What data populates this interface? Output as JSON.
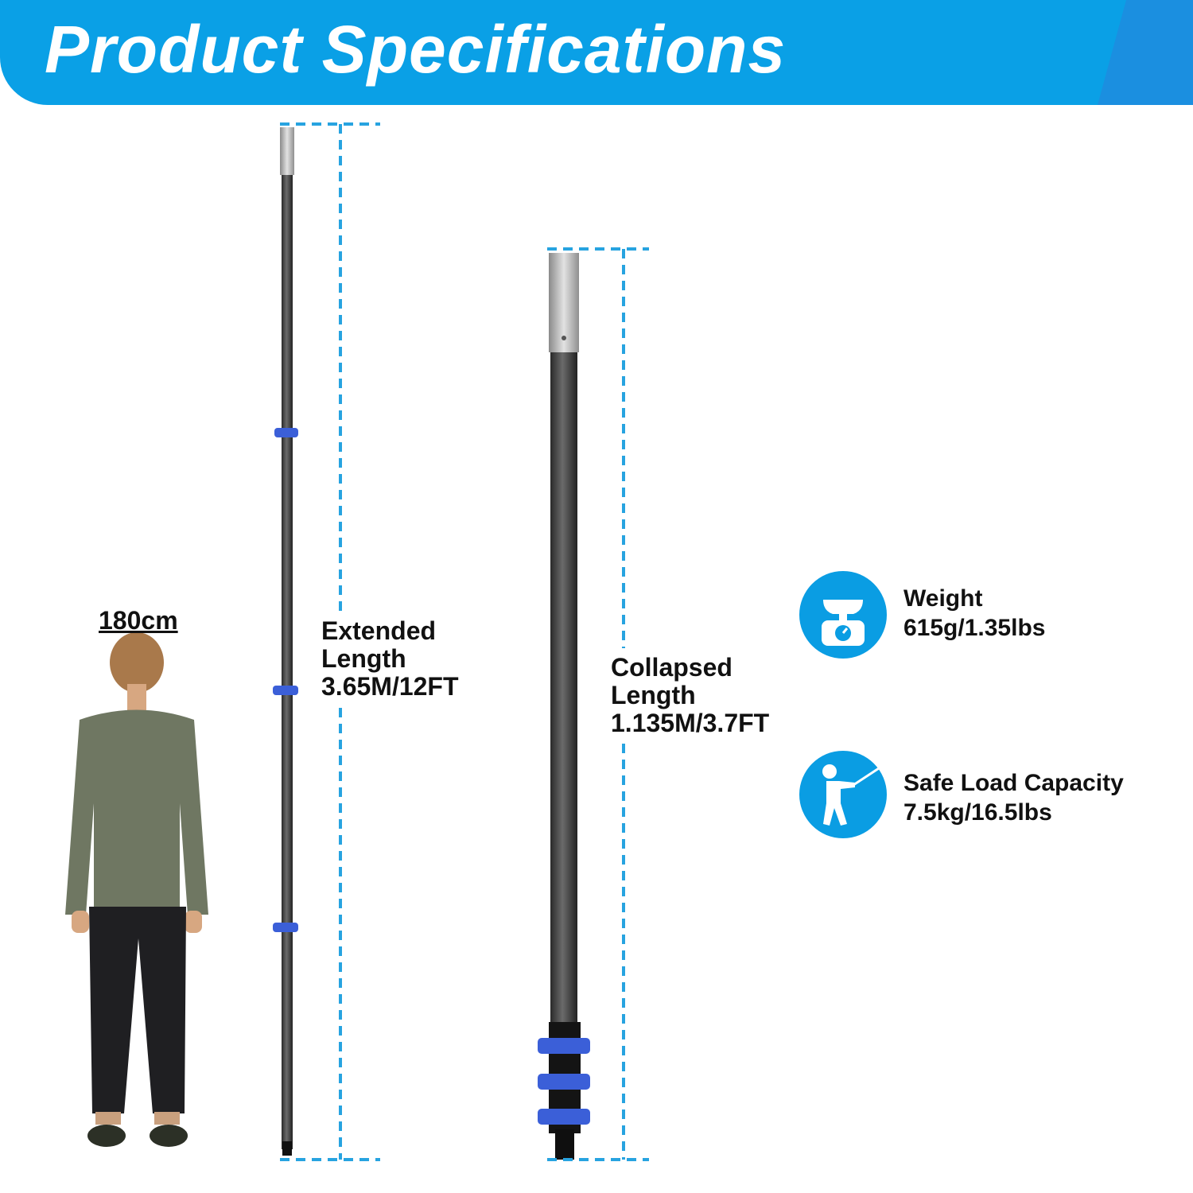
{
  "header": {
    "title": "Product Specifications"
  },
  "person": {
    "height_label": "180cm"
  },
  "extended": {
    "line1": "Extended",
    "line2": "Length",
    "value": "3.65M/12FT"
  },
  "collapsed": {
    "line1": "Collapsed",
    "line2": "Length",
    "value": "1.135M/3.7FT"
  },
  "specs": {
    "weight": {
      "label": "Weight",
      "value": "615g/1.35lbs",
      "icon": "scale-icon"
    },
    "load": {
      "label": "Safe Load Capacity",
      "value": "7.5kg/16.5lbs",
      "icon": "pulling-person-icon"
    }
  },
  "colors": {
    "accent": "#0aa0e6",
    "dash": "#27a3e0",
    "clamp": "#3b5fd8"
  }
}
